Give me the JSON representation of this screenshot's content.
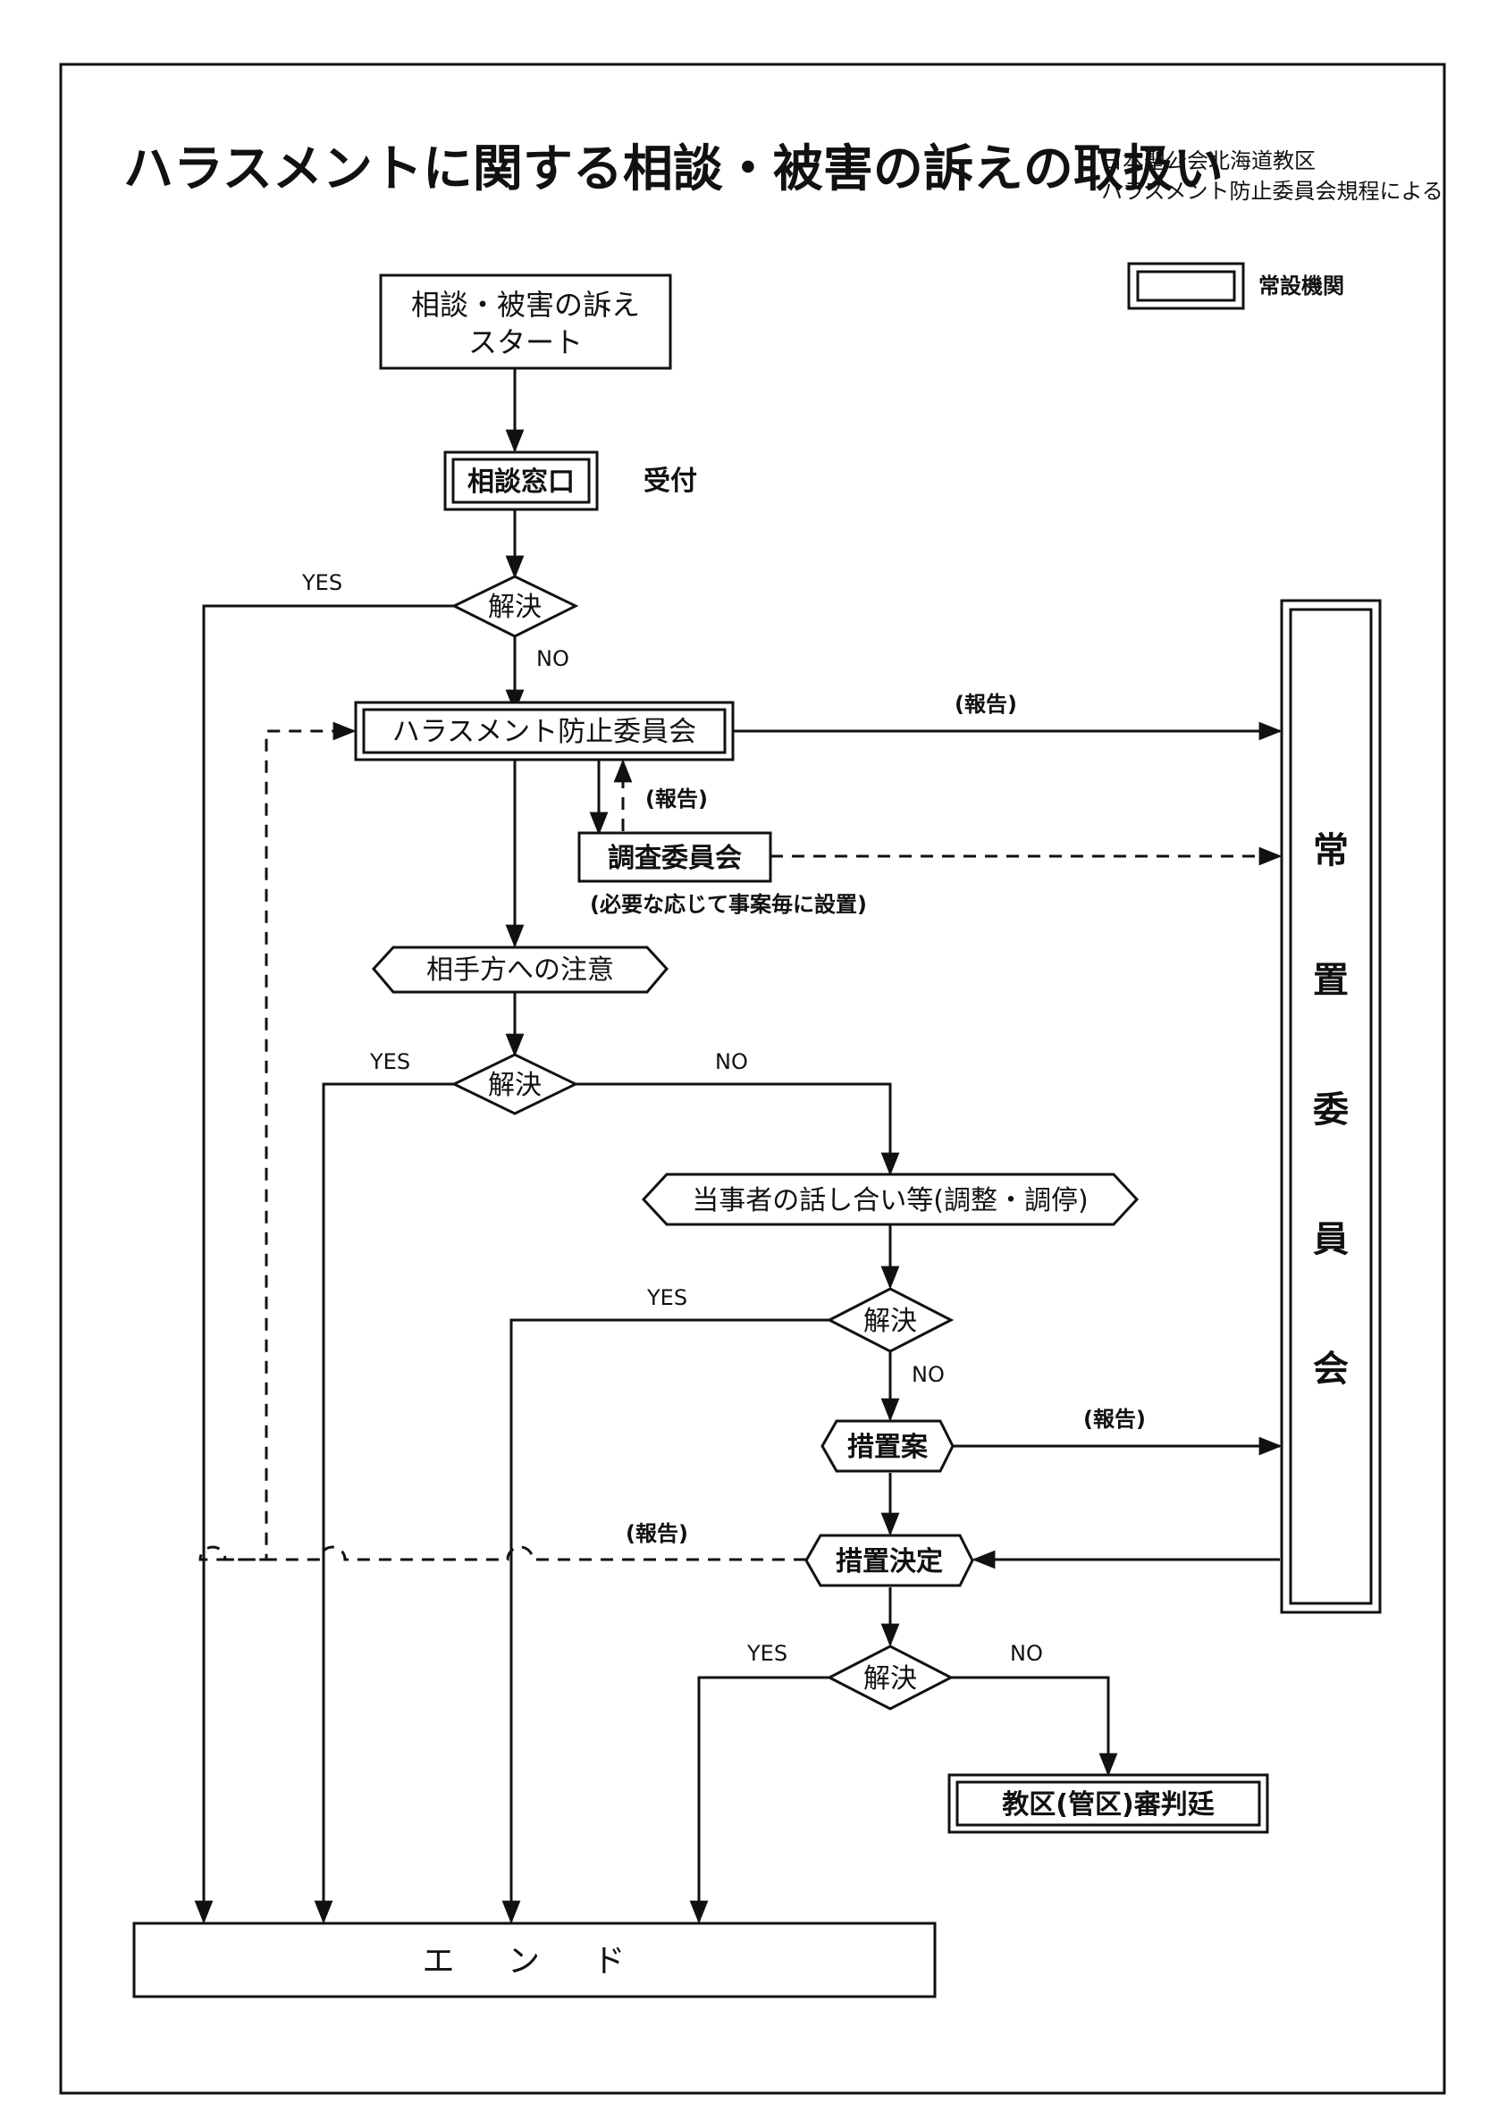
{
  "title": "ハラスメントに関する相談・被害の訴えの取扱い",
  "source": [
    "日本聖公会北海道教区",
    "ハラスメント防止委員会規程による"
  ],
  "legend": {
    "label": "常設機関"
  },
  "nodes": {
    "start": [
      "相談・被害の訴え",
      "スタート"
    ],
    "consult_window": "相談窓口",
    "reception": "受付",
    "decision1": "解決",
    "prevention_committee": "ハラスメント防止委員会",
    "investigation_committee": "調査委員会",
    "investigation_note": "(必要な応じて事案毎に設置)",
    "caution": "相手方への注意",
    "decision2": "解決",
    "discussion": "当事者の話し合い等(調整・調停)",
    "decision3": "解決",
    "measure_plan": "措置案",
    "measure_decision": "措置決定",
    "decision4": "解決",
    "tribunal": "教区(管区)審判廷",
    "standing_committee": [
      "常",
      "置",
      "委",
      "員",
      "会"
    ],
    "end": "エ ン ド"
  },
  "labels": {
    "yes": "YES",
    "no": "NO",
    "report": "(報告)"
  }
}
